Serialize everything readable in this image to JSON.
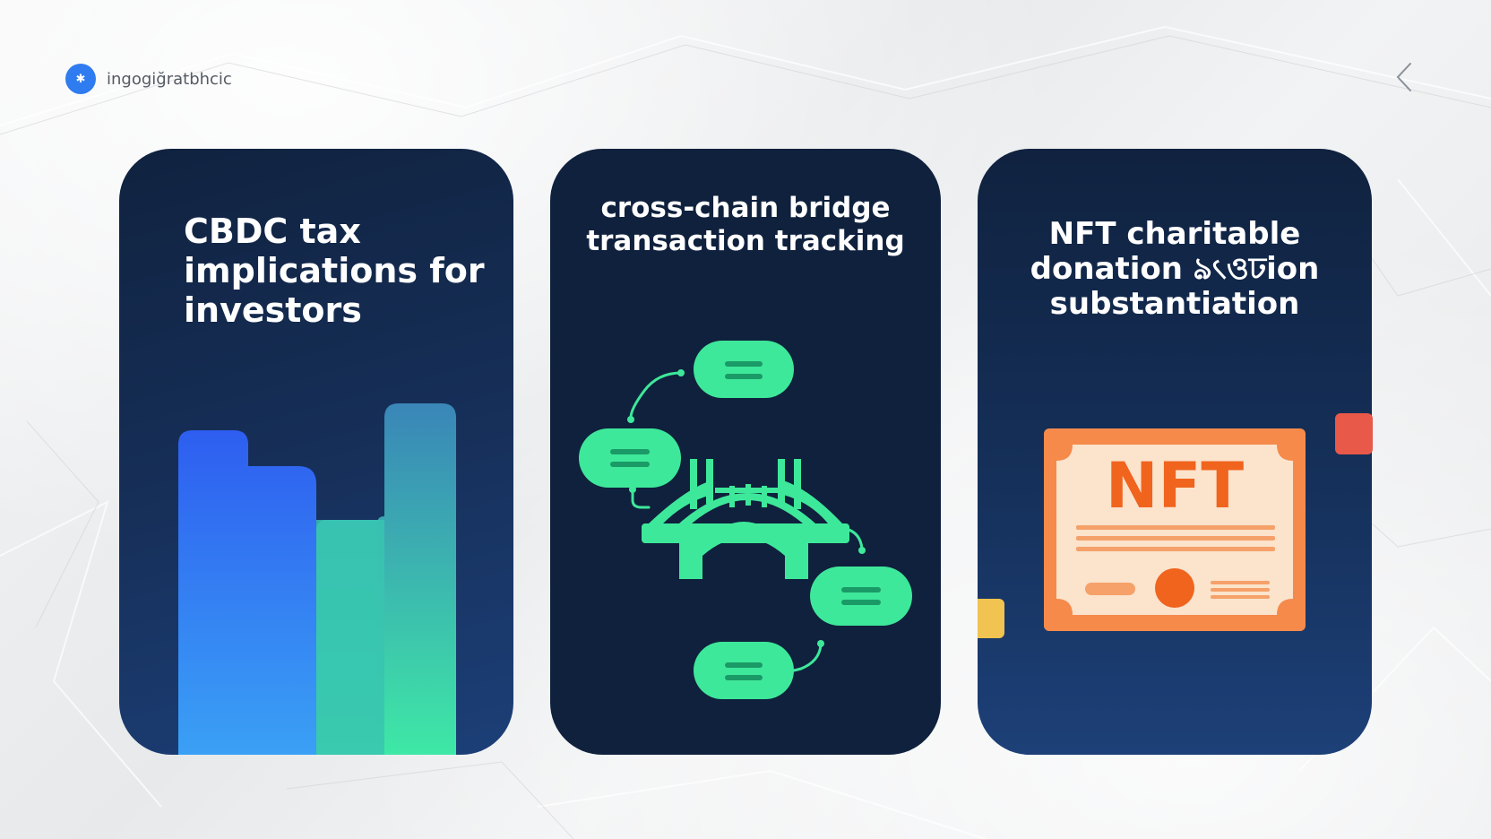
{
  "brand": {
    "name": "ingogiğratbhcic",
    "logo_icon": "sparkle-icon"
  },
  "nav": {
    "back_icon": "chevron-left-icon"
  },
  "cards": [
    {
      "title": "CBDC tax implications for investors",
      "illustration": "bar-chart-icon"
    },
    {
      "title": "cross-chain bridge transaction tracking",
      "illustration": "bridge-network-icon"
    },
    {
      "title": "NFT charitable donation ঌ৻ওঢion substantiation",
      "illustration": "nft-certificate-icon",
      "certificate_text": "NFT"
    }
  ],
  "colors": {
    "card_dark": "#0f213d",
    "accent_green": "#3ee89a",
    "accent_blue": "#2f6bf0",
    "certificate_orange": "#f58a4b",
    "brand_blue": "#2f7bf0"
  }
}
